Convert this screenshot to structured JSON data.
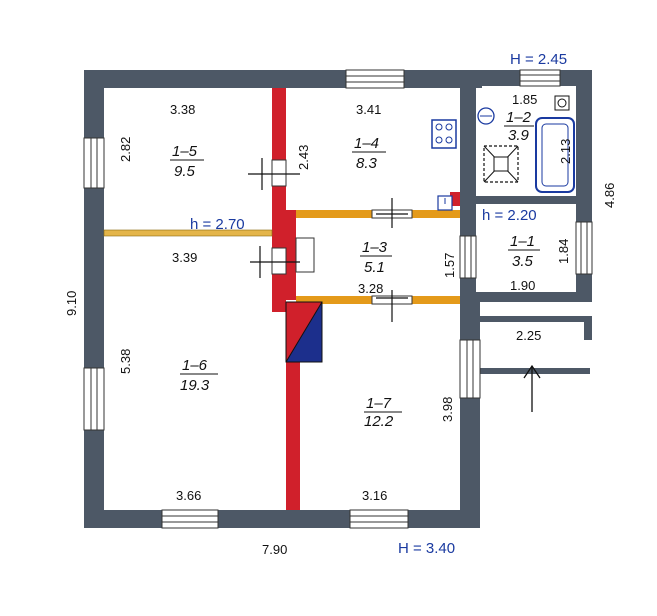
{
  "heights": {
    "top_right": "H = 2.45",
    "bottom": "H = 3.40",
    "main": "h = 2.70",
    "annex": "h = 2.20"
  },
  "dimensions": {
    "total_width": "7.90",
    "total_height": "9.10",
    "r15_width": "3.38",
    "r15_height": "2.82",
    "r14_width": "3.41",
    "r14_height": "2.43",
    "r12_width": "1.85",
    "r12_height": "2.13",
    "annex_height": "4.86",
    "r13_width_top": "3.39",
    "r13_width_bottom": "3.28",
    "r13_height": "1.57",
    "r11_width": "1.90",
    "r11_height": "1.84",
    "porch_width": "2.25",
    "r16_height": "5.38",
    "r16_width": "3.66",
    "r17_width": "3.16",
    "r17_height": "3.98"
  },
  "rooms": [
    {
      "id": "1–5",
      "area": "9.5"
    },
    {
      "id": "1–4",
      "area": "8.3"
    },
    {
      "id": "1–2",
      "area": "3.9"
    },
    {
      "id": "1–3",
      "area": "5.1"
    },
    {
      "id": "1–1",
      "area": "3.5"
    },
    {
      "id": "1–6",
      "area": "19.3"
    },
    {
      "id": "1–7",
      "area": "12.2"
    }
  ],
  "colors": {
    "outer_wall": "#4d5866",
    "red_wall": "#d0202b",
    "orange_wall": "#e49a1a",
    "stove_blue": "#1c2f8c",
    "label_blue": "#1a3aa0"
  },
  "icons": [
    "stove-icon",
    "sink-icon",
    "toilet-icon",
    "bathtub-icon",
    "shower-tray-icon",
    "entrance-arrow-icon"
  ]
}
